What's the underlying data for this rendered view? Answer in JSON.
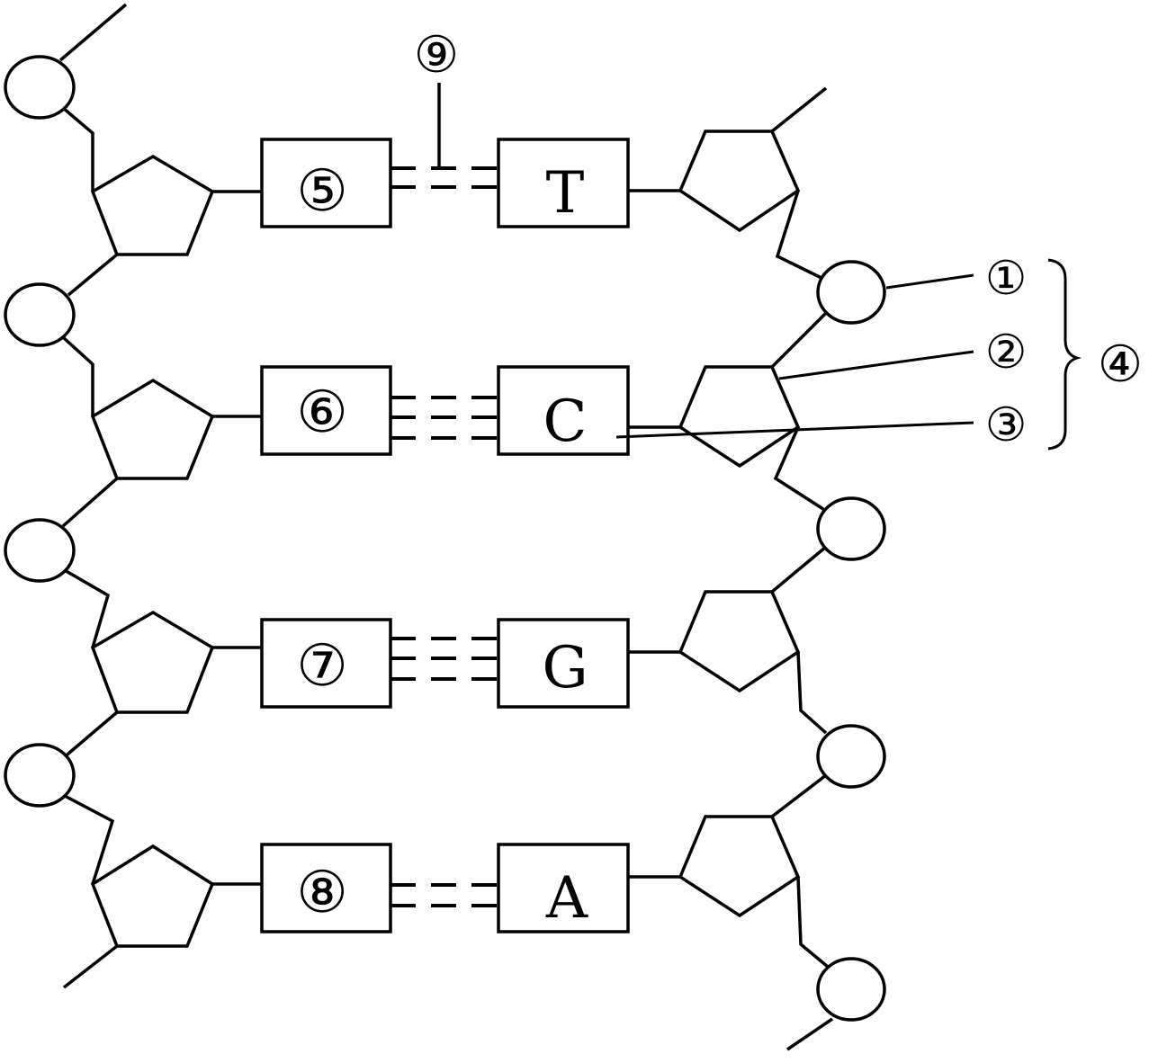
{
  "diagram": {
    "left_base_markers": [
      "⑤",
      "⑥",
      "⑦",
      "⑧"
    ],
    "right_bases": [
      "T",
      "C",
      "G",
      "A"
    ],
    "callouts": {
      "phosphate": "①",
      "deoxyribose": "②",
      "base": "③",
      "nucleotide": "④",
      "hydrogen_bond": "⑨"
    },
    "hydrogen_bond_counts": [
      2,
      3,
      3,
      2
    ]
  }
}
